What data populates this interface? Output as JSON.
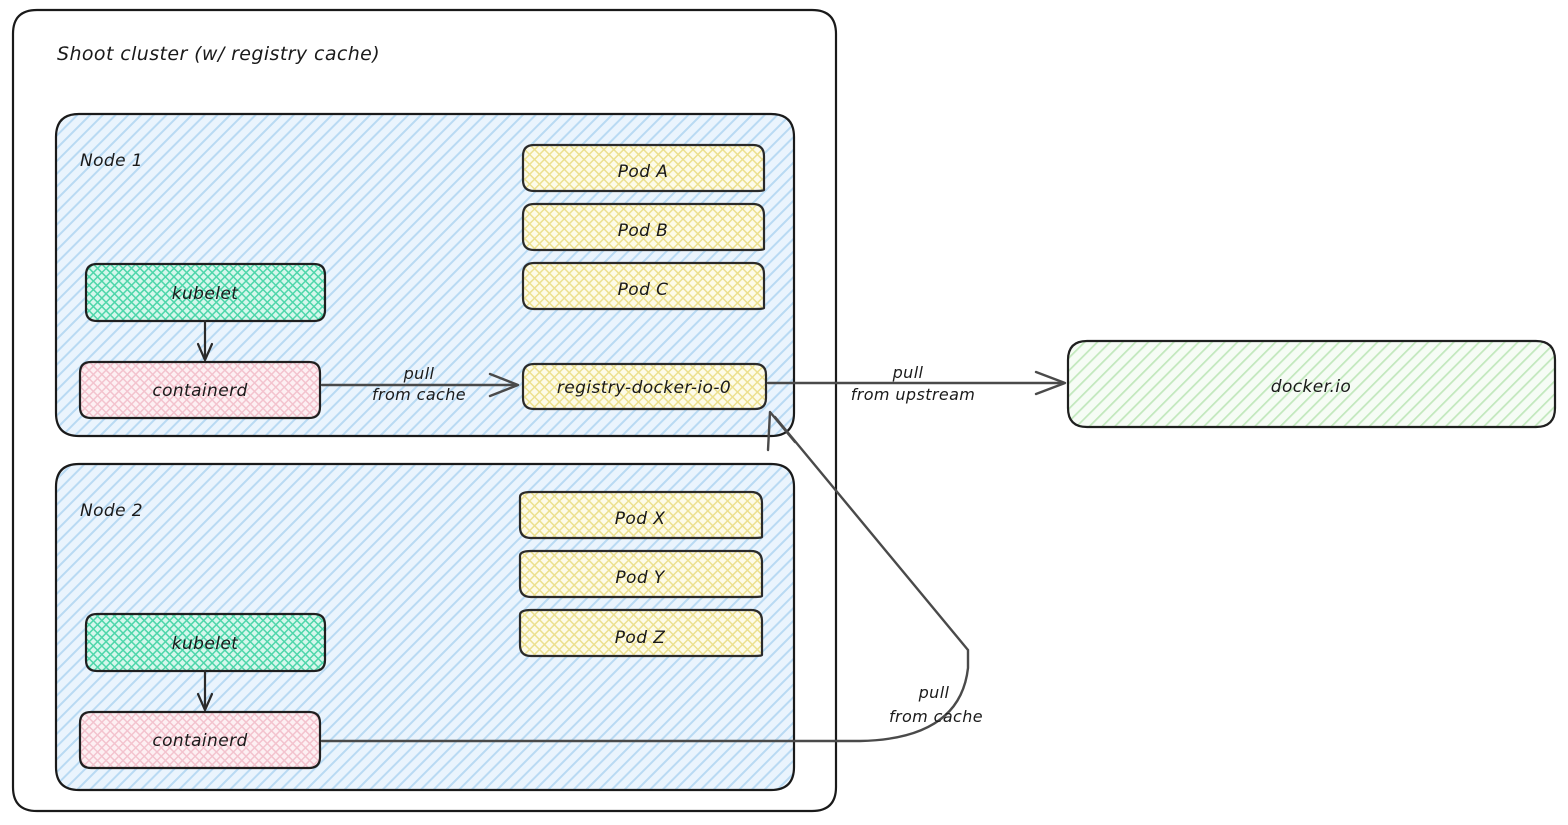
{
  "diagram": {
    "title": "Shoot cluster (w/ registry cache)",
    "background": "#ffffff"
  },
  "colors": {
    "node_fill": "#e8f2fb",
    "node_hatch": "#b9daf3",
    "pod_fill": "#faf5d7",
    "pod_hatch": "#e8dd93",
    "kubelet_fill": "#b9f0dc",
    "kubelet_hatch": "#51d6ab",
    "containerd_fill": "#fbe4e8",
    "containerd_hatch": "#f0bac6",
    "upstream_fill": "#f0faef",
    "upstream_hatch": "#b2e3ad",
    "stroke": "#1a1a1a",
    "edge": "#4a4a4a"
  },
  "nodes": [
    {
      "id": "node-1",
      "label": "Node 1",
      "kubelet_label": "kubelet",
      "containerd_label": "containerd",
      "pods": [
        {
          "id": "pod-a",
          "label": "Pod A"
        },
        {
          "id": "pod-b",
          "label": "Pod B"
        },
        {
          "id": "pod-c",
          "label": "Pod C"
        }
      ]
    },
    {
      "id": "node-2",
      "label": "Node 2",
      "kubelet_label": "kubelet",
      "containerd_label": "containerd",
      "pods": [
        {
          "id": "pod-x",
          "label": "Pod X"
        },
        {
          "id": "pod-y",
          "label": "Pod Y"
        },
        {
          "id": "pod-z",
          "label": "Pod Z"
        }
      ]
    }
  ],
  "registry_cache": {
    "label": "registry-docker-io-0"
  },
  "upstream": {
    "label": "docker.io"
  },
  "edges": [
    {
      "id": "edge-node1-pull-cache",
      "line1": "pull",
      "line2": "from cache",
      "from": "containerd-node-1",
      "to": "registry-docker-io-0"
    },
    {
      "id": "edge-pull-upstream",
      "line1": "pull",
      "line2": "from upstream",
      "from": "registry-docker-io-0",
      "to": "docker.io"
    },
    {
      "id": "edge-node2-pull-cache",
      "line1": "pull",
      "line2": "from cache",
      "from": "containerd-node-2",
      "to": "registry-docker-io-0"
    }
  ]
}
